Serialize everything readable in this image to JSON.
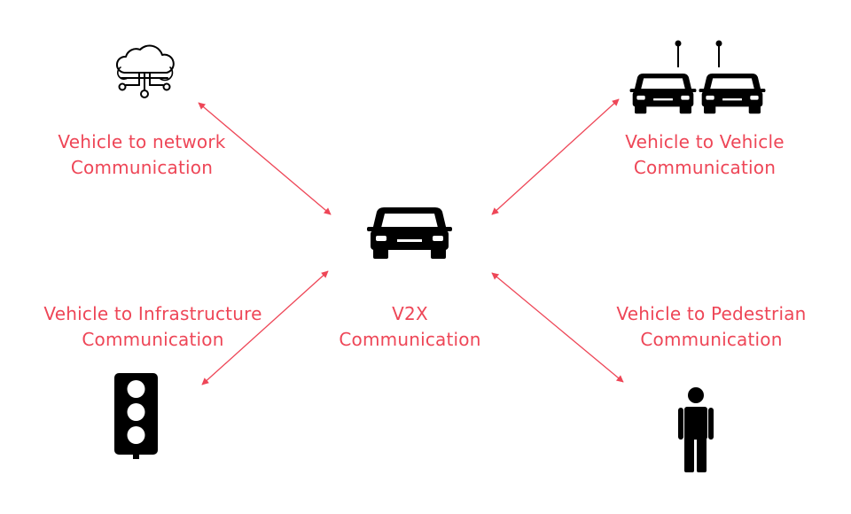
{
  "colors": {
    "accent": "#ee4657",
    "icon": "#000000"
  },
  "labels": {
    "v2n": {
      "line1": "Vehicle to network",
      "line2": "Communication"
    },
    "v2v": {
      "line1": "Vehicle to Vehicle",
      "line2": "Communication"
    },
    "v2i": {
      "line1": "Vehicle to Infrastructure",
      "line2": "Communication"
    },
    "v2x": {
      "line1": "V2X",
      "line2": "Communication"
    },
    "v2p": {
      "line1": "Vehicle to Pedestrian",
      "line2": "Communication"
    }
  },
  "icons": {
    "center": "car-icon",
    "network": "cloud-network-icon",
    "vehicles": "connected-cars-icon",
    "infrastructure": "traffic-light-icon",
    "pedestrian": "pedestrian-icon"
  }
}
